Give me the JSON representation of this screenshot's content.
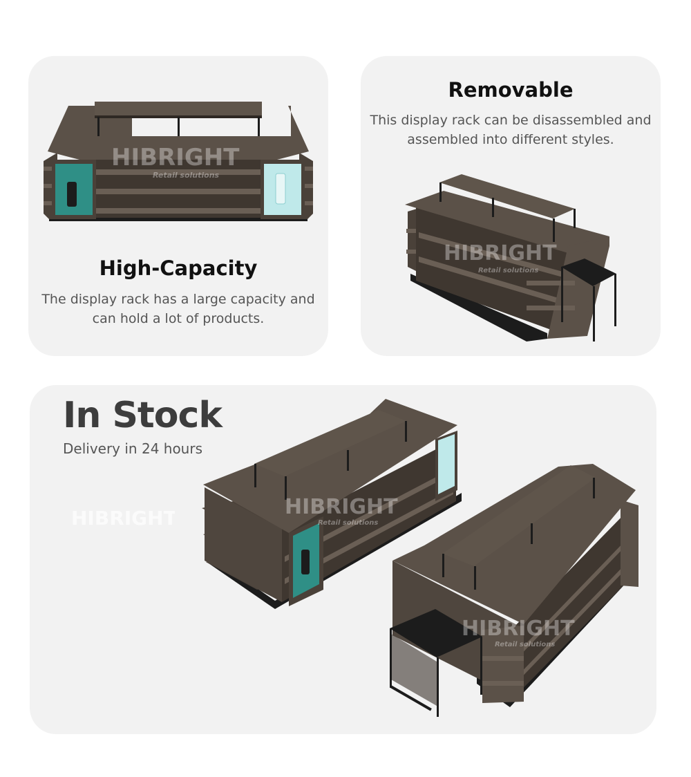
{
  "cards": {
    "high_capacity": {
      "title": "High-Capacity",
      "description": "The display rack has a large capacity and can hold a lot of products."
    },
    "removable": {
      "title": "Removable",
      "description": "This display rack can be disassembled and assembled into different styles."
    },
    "in_stock": {
      "title": "In Stock",
      "subtitle": "Delivery in 24 hours"
    }
  },
  "watermark": {
    "brand": "HIBRIGHT",
    "tagline": "Retail solutions"
  },
  "colors": {
    "card_bg": "#f2f2f2",
    "wood": "#5b5148",
    "wood_dark": "#3f3730",
    "metal": "#1c1c1c",
    "screen_teal": "#2f8f86",
    "screen_light": "#bfe9ea"
  }
}
